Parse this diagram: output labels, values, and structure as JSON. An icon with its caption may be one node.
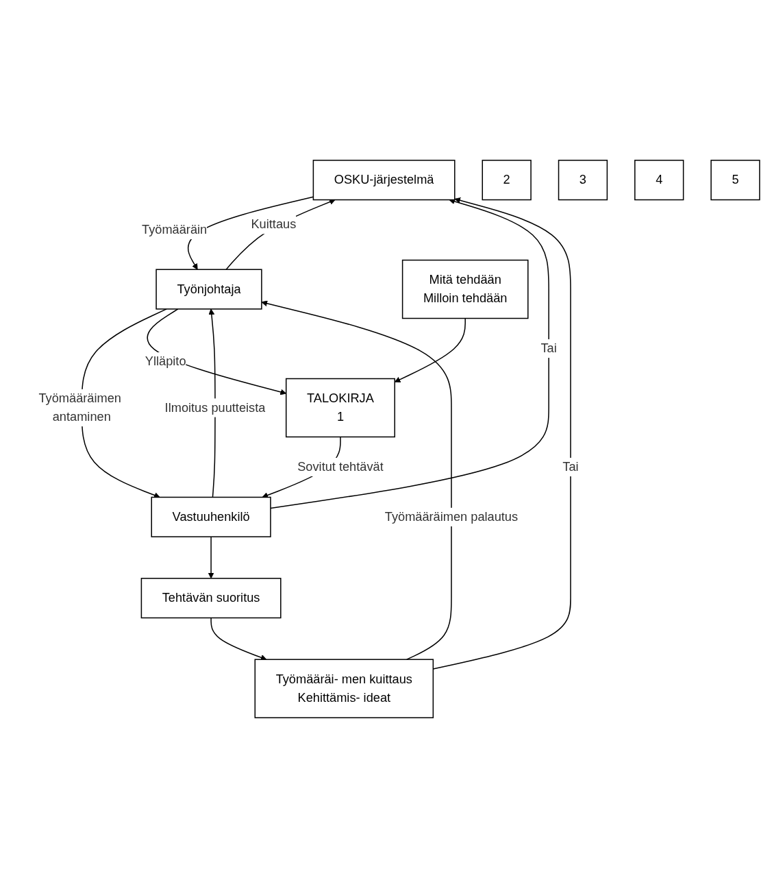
{
  "diagram": {
    "nodes": [
      {
        "text": [
          "OSKU-järjestelmä"
        ]
      },
      {
        "text": [
          "Työnjohtaja"
        ]
      },
      {
        "text": [
          "Vastuuhenkilö"
        ]
      },
      {
        "text": [
          "Tehtävän suoritus"
        ]
      },
      {
        "text": [
          "Työmääräi- men kuittaus",
          "Kehittämis- ideat"
        ]
      },
      {
        "text": [
          "TALOKIRJA",
          "1"
        ]
      },
      {
        "text": [
          "2"
        ]
      },
      {
        "text": [
          "3"
        ]
      },
      {
        "text": [
          "4"
        ]
      },
      {
        "text": [
          "5"
        ]
      },
      {
        "text": [
          "Mitä tehdään",
          "Milloin tehdään"
        ]
      }
    ],
    "edges": [
      {
        "from": 0,
        "to": 1,
        "arrow": "to",
        "label": "Työmääräin"
      },
      {
        "from": 1,
        "to": 0,
        "arrow": "to",
        "label": "Kuittaus"
      },
      {
        "from": 2,
        "to": 0,
        "arrow": "to",
        "label": "Tai"
      },
      {
        "from": 2,
        "to": 1,
        "arrow": "to",
        "label": "Ilmoitus puutteista"
      },
      {
        "from": 4,
        "to": 0,
        "arrow": "to",
        "label": "Tai"
      },
      {
        "from": 4,
        "to": 1,
        "arrow": "to",
        "label": "Työmääräimen palautus"
      },
      {
        "from": 1,
        "to": 2,
        "arrow": "to",
        "label": "Työmääräimen antaminen"
      },
      {
        "from": 1,
        "to": 5,
        "arrow": "to",
        "label": "Ylläpito"
      },
      {
        "from": 5,
        "to": 2,
        "arrow": "to",
        "label": "Sovitut tehtävät"
      },
      {
        "from": 2,
        "to": 3,
        "arrow": "to"
      },
      {
        "from": 3,
        "to": 4,
        "arrow": "to"
      },
      {
        "from": 10,
        "to": 5,
        "arrow": "to"
      }
    ]
  }
}
